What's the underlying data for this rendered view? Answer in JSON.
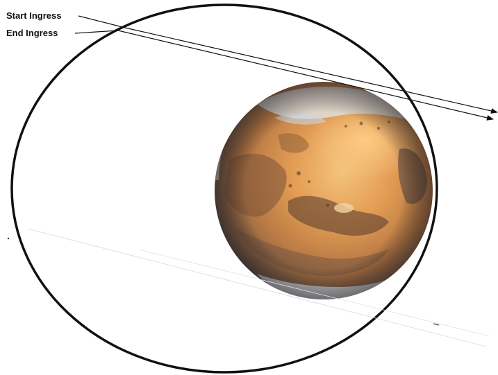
{
  "labels": {
    "start_ingress": "Start Ingress",
    "end_ingress": "End Ingress"
  },
  "colors": {
    "background": "#ffffff",
    "line": "#111111",
    "planet_light": "#f2b766",
    "planet_mid": "#cf8a45",
    "planet_dark": "#6b4a35",
    "polar_cap": "#dfe8ef"
  },
  "icons": {
    "planet": "mars-planet-icon",
    "orbit": "orbit-ellipse"
  }
}
